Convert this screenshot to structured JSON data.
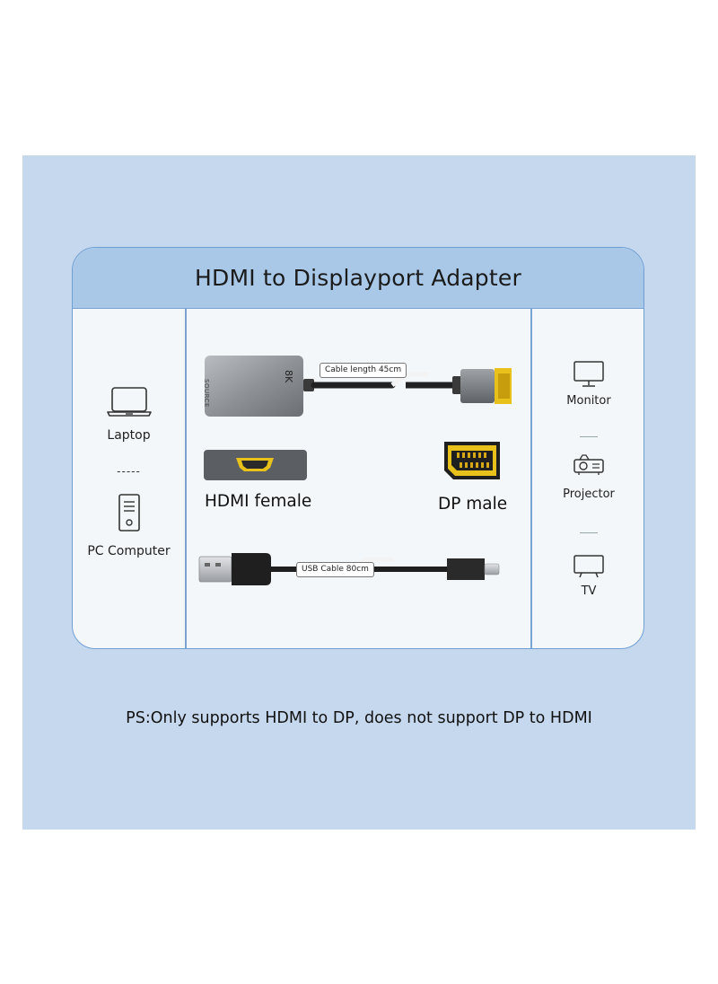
{
  "title": "HDMI to Displayport Adapter",
  "left_column": {
    "laptop_label": "Laptop",
    "separator": "-----",
    "pc_label": "PC Computer"
  },
  "right_column": {
    "monitor_label": "Monitor",
    "projector_label": "Projector",
    "tv_label": "TV"
  },
  "product": {
    "adapter_mark": "8K",
    "adapter_side_text": "SOURCE",
    "cable_length_tag": "Cable length 45cm",
    "hdmi_label": "HDMI female",
    "dp_label": "DP male",
    "usb_tag": "USB Cable 80cm"
  },
  "footnote": "PS:Only supports HDMI to DP, does not support DP to HDMI",
  "colors": {
    "background_panel": "#c6d8ee",
    "header": "#a9c8e8",
    "border": "#6f9ed3",
    "connector_gold": "#e8c21b"
  }
}
